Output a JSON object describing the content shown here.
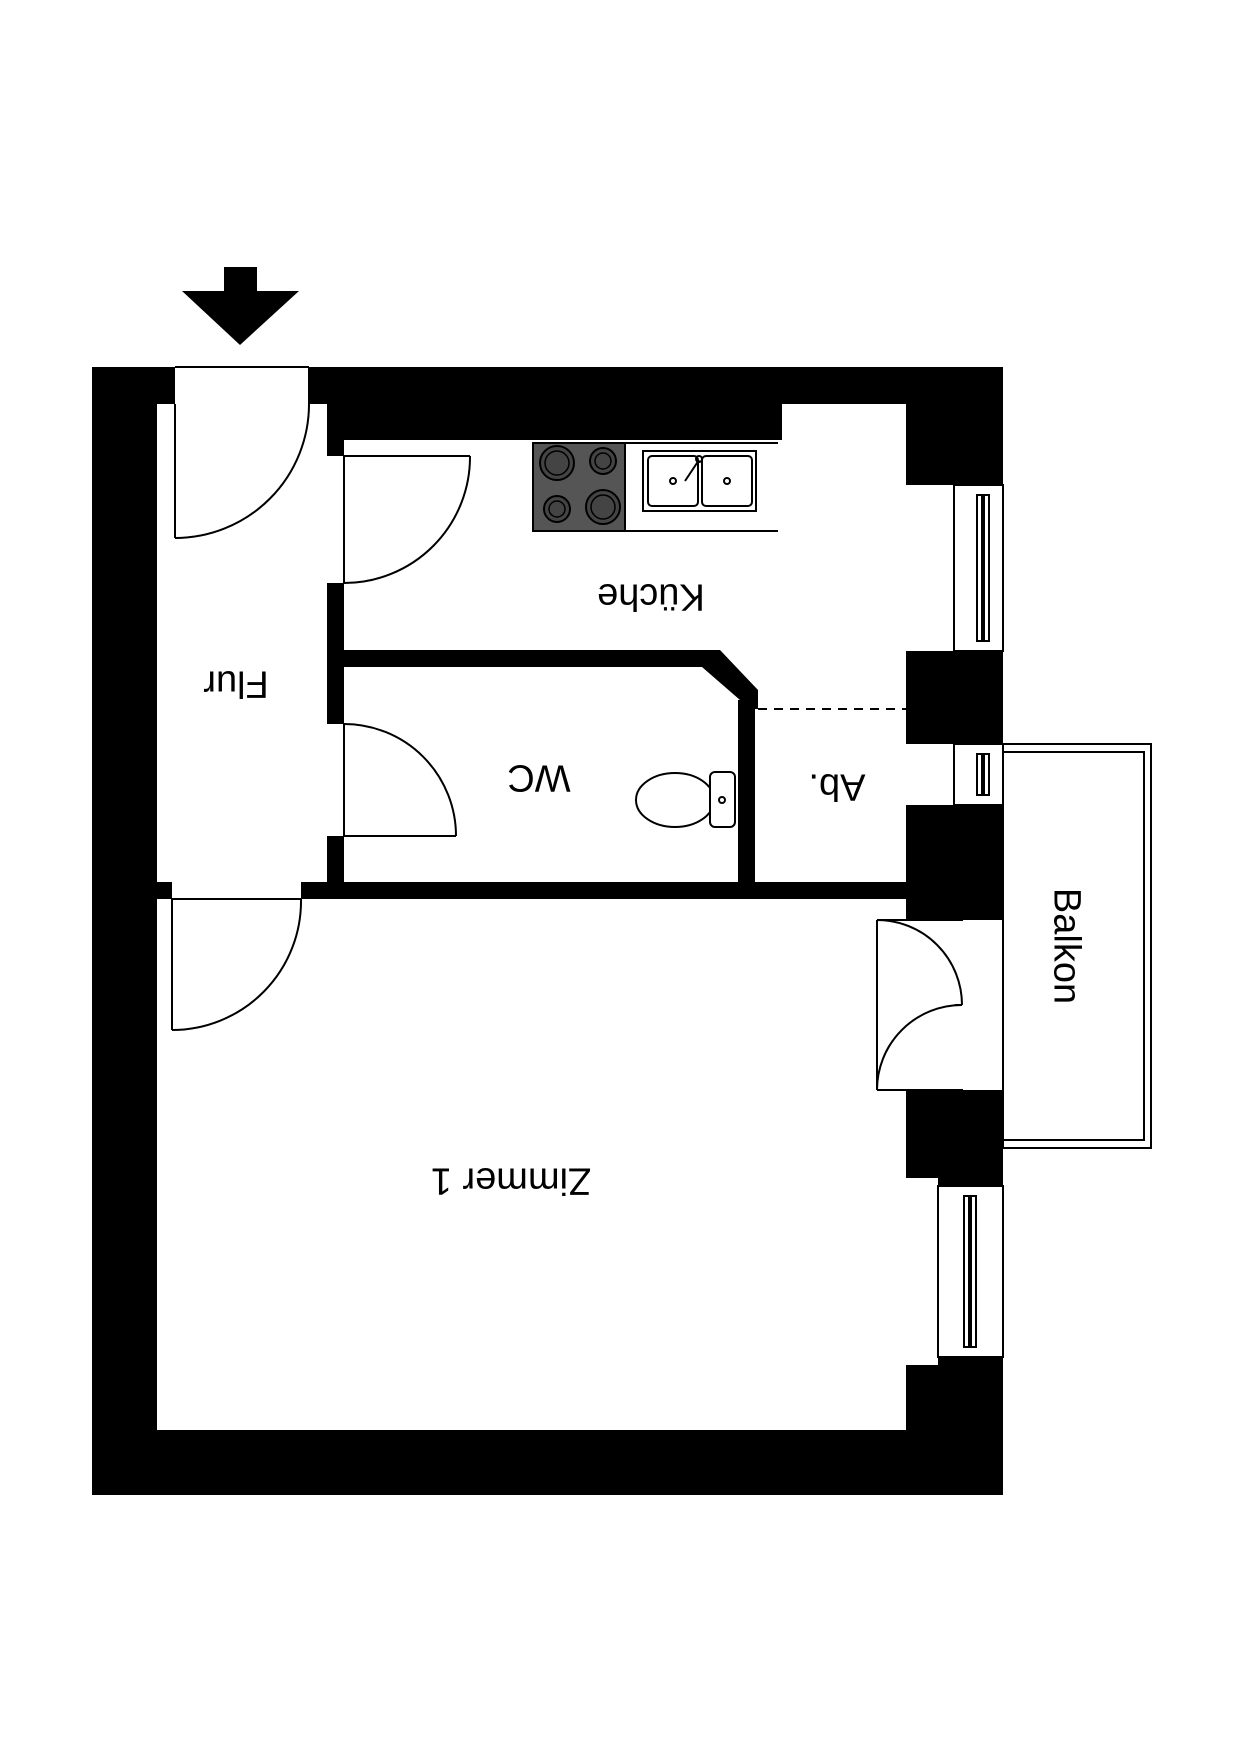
{
  "rooms": {
    "flur": "Flur",
    "kueche": "Küche",
    "wc": "WC",
    "abstell": "Ab.",
    "zimmer1": "Zimmer 1",
    "balkon": "Balkon"
  },
  "icons": {
    "entrance": "arrow-down-icon",
    "stove": "stove-icon",
    "sink": "sink-icon",
    "toilet": "toilet-icon"
  },
  "colors": {
    "wall": "#000000",
    "background": "#ffffff",
    "stove": "#555555"
  }
}
